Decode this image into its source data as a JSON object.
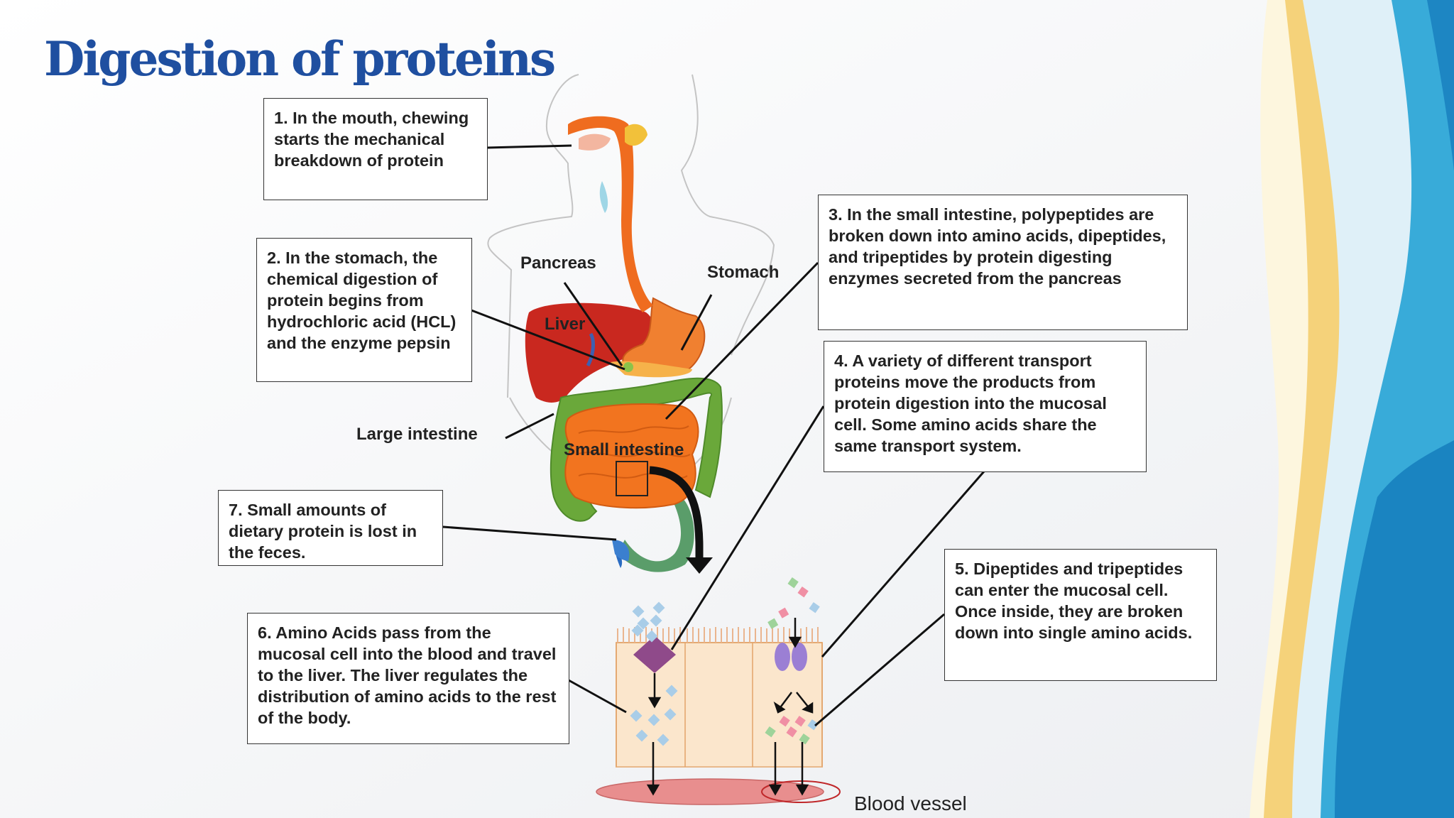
{
  "slide": {
    "title": "Digestion of proteins"
  },
  "organs": {
    "pancreas": "Pancreas",
    "stomach": "Stomach",
    "liver": "Liver",
    "large_intestine": "Large intestine",
    "small_intestine": "Small intestine",
    "blood_vessel": "Blood vessel"
  },
  "steps": [
    {
      "id": 1,
      "text": "1. In the mouth, chewing starts the mechanical breakdown of protein"
    },
    {
      "id": 2,
      "text": "2. In the stomach, the chemical digestion of protein begins from hydrochloric acid (HCL) and the enzyme pepsin"
    },
    {
      "id": 3,
      "text": "3. In the small intestine, polypeptides are broken down into amino acids, dipeptides, and tripeptides by protein digesting enzymes secreted from the pancreas"
    },
    {
      "id": 4,
      "text": "4. A variety of different transport proteins move the products from protein digestion into the mucosal cell. Some amino acids share the same transport system."
    },
    {
      "id": 5,
      "text": "5. Dipeptides and tripeptides can enter the mucosal cell. Once inside, they are broken down into single amino acids."
    },
    {
      "id": 6,
      "text": "6. Amino Acids pass from the mucosal cell into the blood and travel to the liver. The liver regulates the distribution of amino acids to the rest of the body."
    },
    {
      "id": 7,
      "text": "7. Small amounts of dietary protein is lost in the feces."
    }
  ],
  "colors": {
    "title": "#1f4fa0",
    "liver": "#c9281f",
    "esophagus": "#ef6c1f",
    "small_intestine": "#f2741f",
    "large_intestine": "#6aa83a",
    "blood_vessel": "#e88e8e",
    "transporter_purple": "#8f4a8a",
    "transporter_violet": "#9b7fd4"
  }
}
